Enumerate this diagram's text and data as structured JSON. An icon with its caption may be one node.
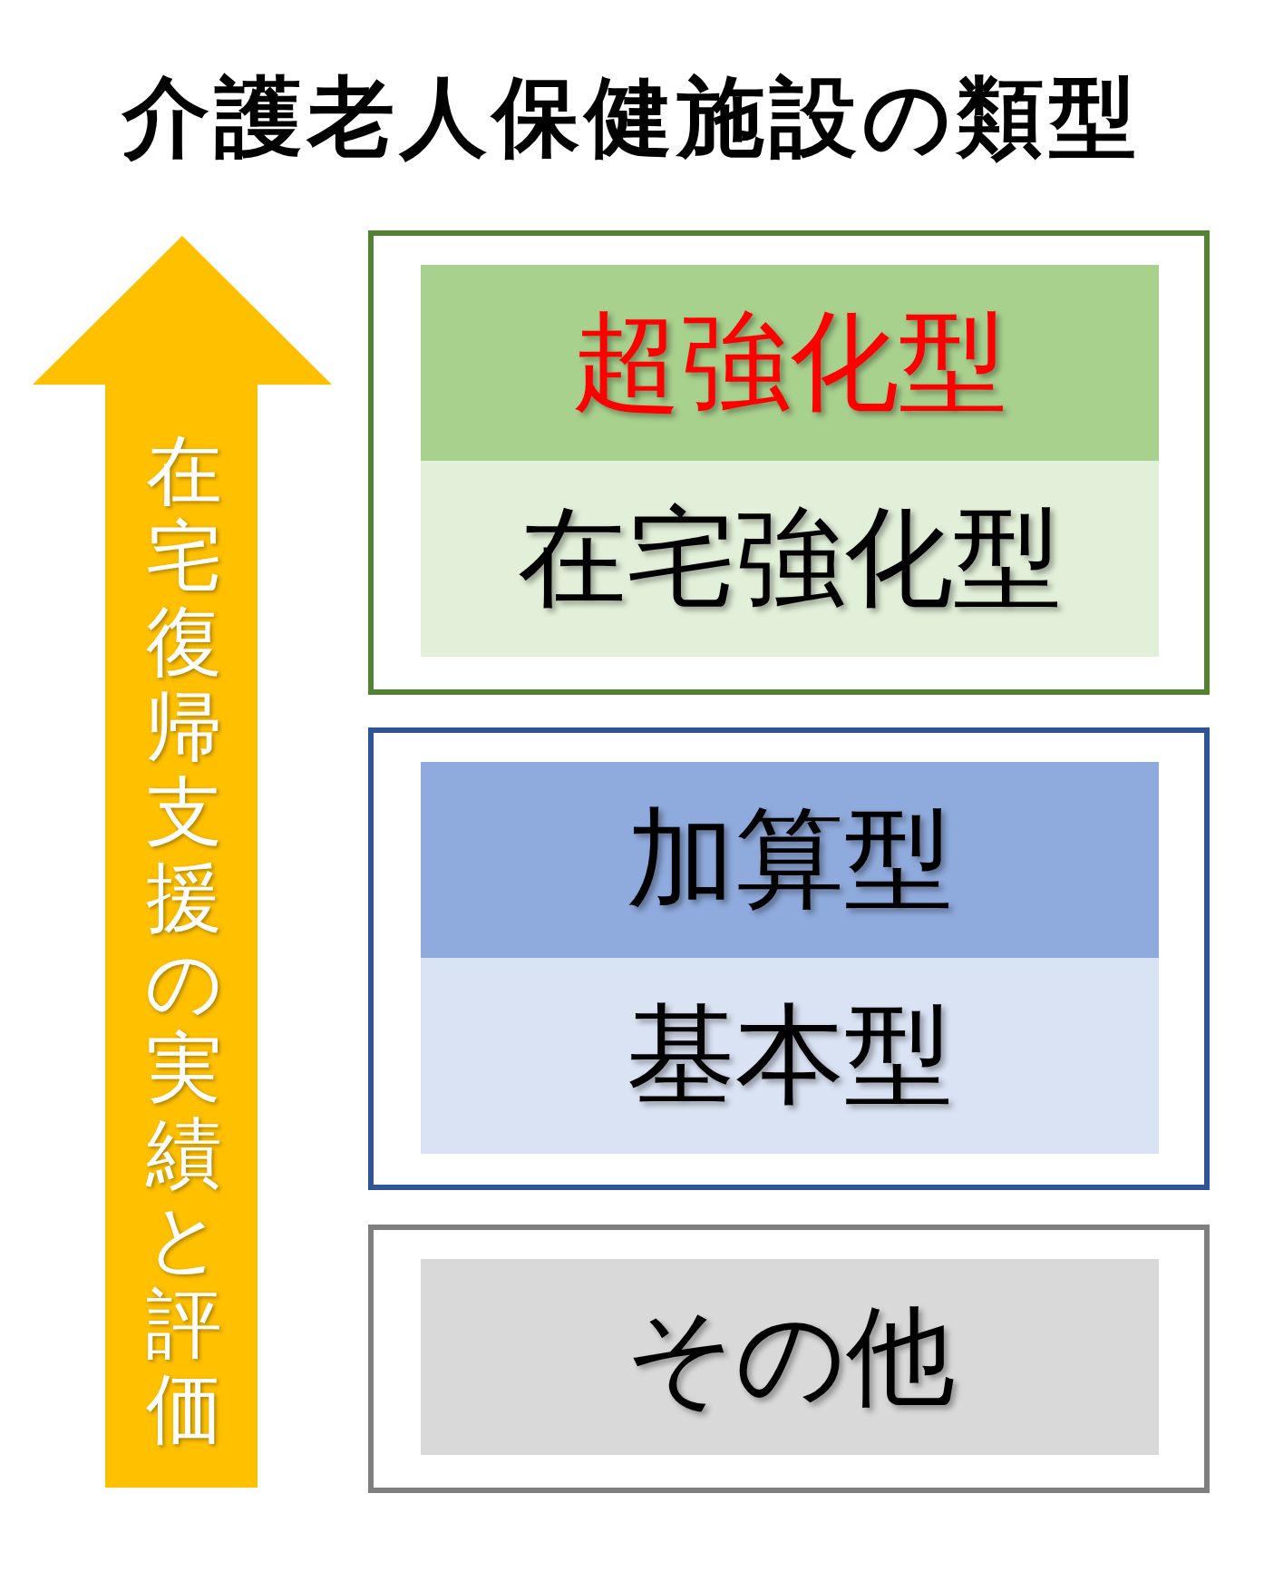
{
  "diagram": {
    "title": "介護老人保健施設の類型",
    "nodes": [
      {
        "text": [
          "在宅復帰支援の実績と評価"
        ]
      },
      {
        "text": [],
        "shape": "box"
      },
      {
        "text": [
          "超強化型"
        ],
        "in": 1
      },
      {
        "text": [
          "在宅強化型"
        ],
        "in": 1
      },
      {
        "text": [],
        "shape": "box"
      },
      {
        "text": [
          "加算型"
        ],
        "in": 4
      },
      {
        "text": [
          "基本型"
        ],
        "in": 4
      },
      {
        "text": [],
        "shape": "box"
      },
      {
        "text": [
          "その他"
        ],
        "in": 7
      }
    ]
  }
}
